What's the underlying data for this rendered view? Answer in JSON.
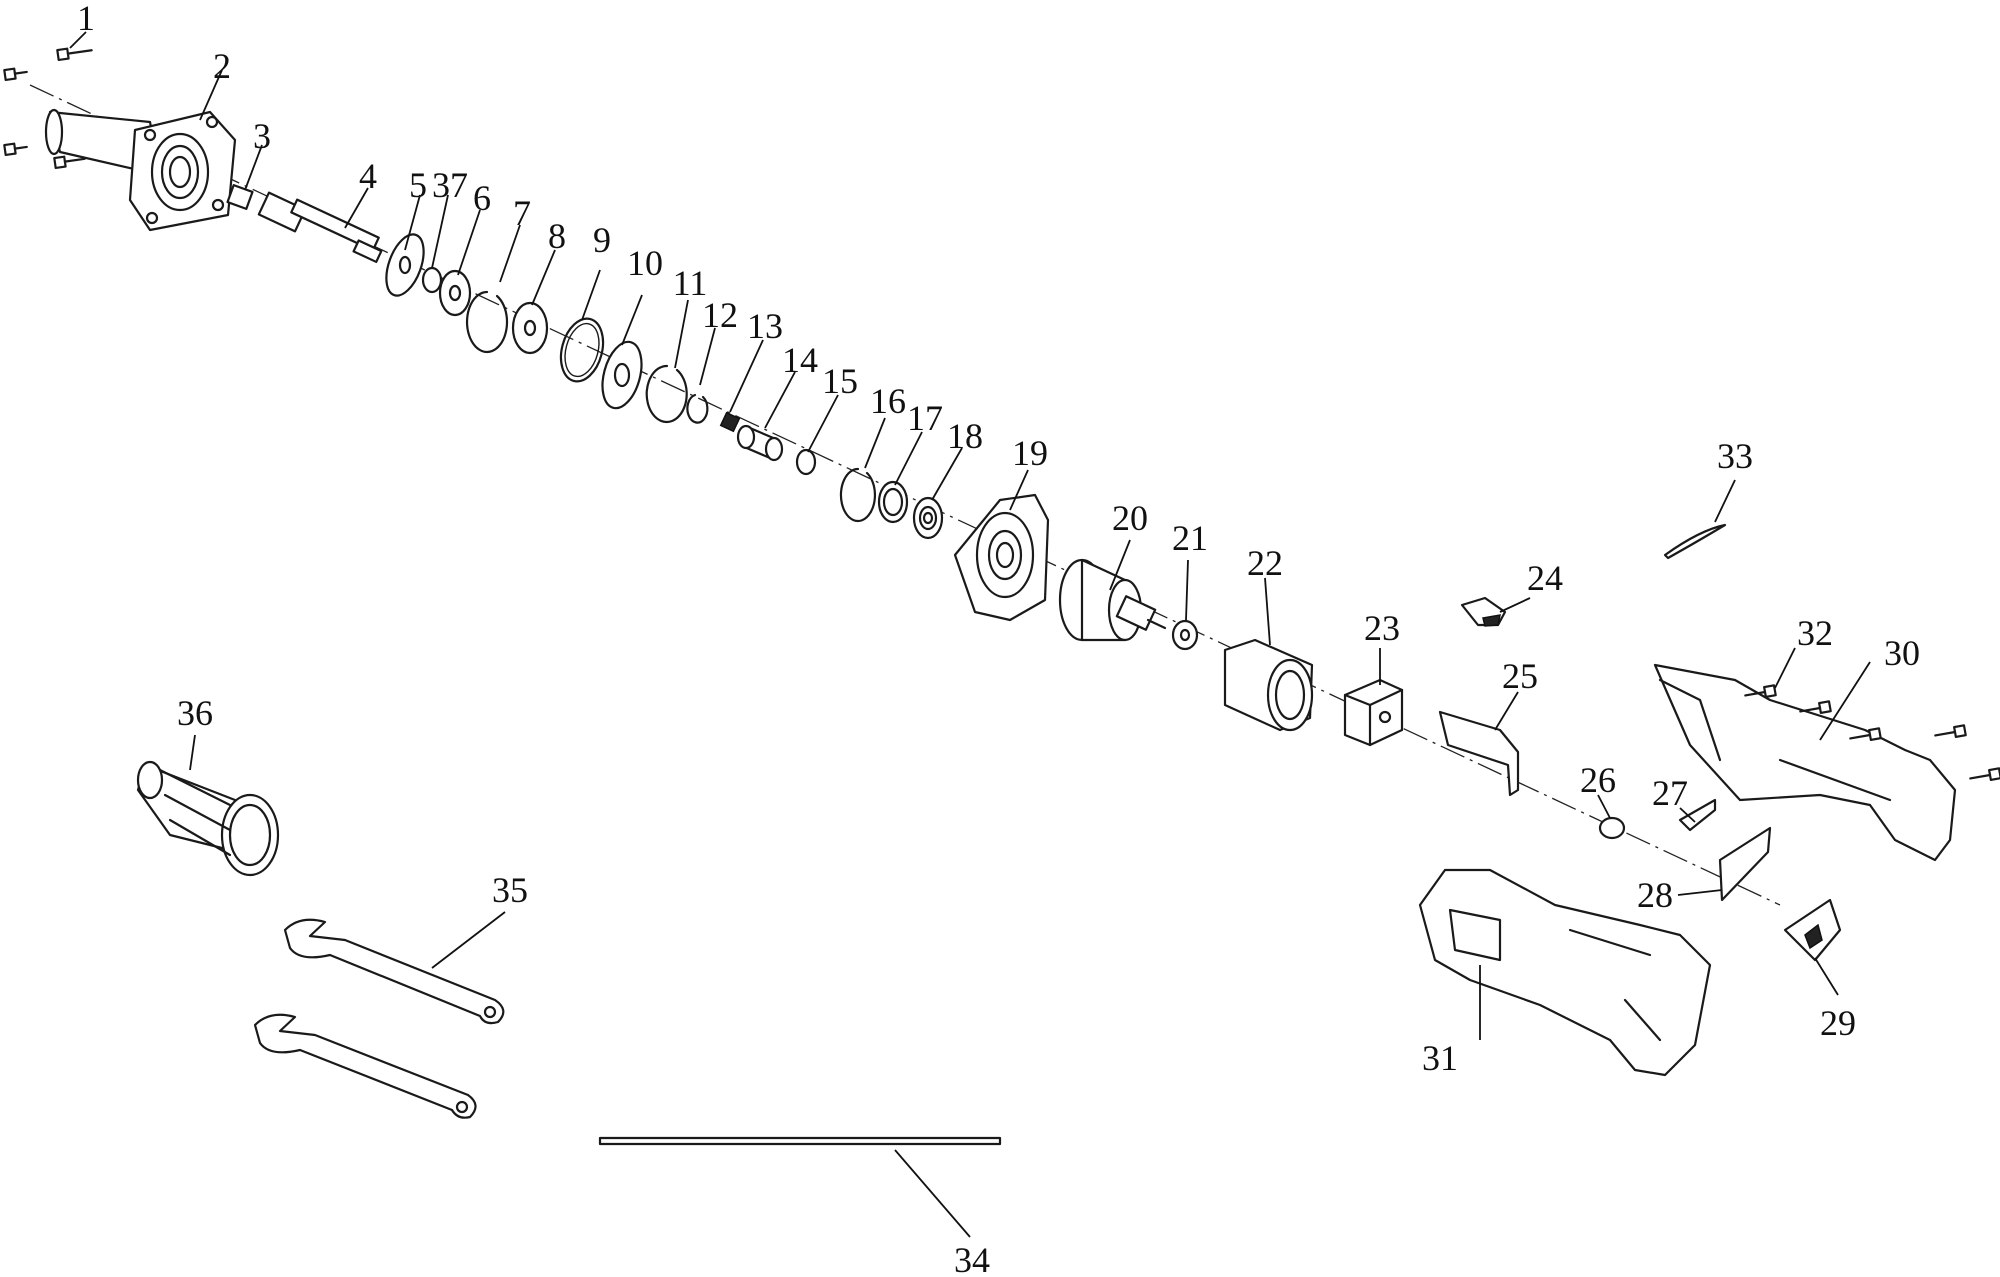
{
  "labels": [
    {
      "id": "p1",
      "text": "1"
    },
    {
      "id": "p2",
      "text": "2"
    },
    {
      "id": "p3",
      "text": "3"
    },
    {
      "id": "p4",
      "text": "4"
    },
    {
      "id": "p5",
      "text": "5"
    },
    {
      "id": "p37",
      "text": "37"
    },
    {
      "id": "p6",
      "text": "6"
    },
    {
      "id": "p7",
      "text": "7"
    },
    {
      "id": "p8",
      "text": "8"
    },
    {
      "id": "p9",
      "text": "9"
    },
    {
      "id": "p10",
      "text": "10"
    },
    {
      "id": "p11",
      "text": "11"
    },
    {
      "id": "p12",
      "text": "12"
    },
    {
      "id": "p13",
      "text": "13"
    },
    {
      "id": "p14",
      "text": "14"
    },
    {
      "id": "p15",
      "text": "15"
    },
    {
      "id": "p16",
      "text": "16"
    },
    {
      "id": "p17",
      "text": "17"
    },
    {
      "id": "p18",
      "text": "18"
    },
    {
      "id": "p19",
      "text": "19"
    },
    {
      "id": "p20",
      "text": "20"
    },
    {
      "id": "p21",
      "text": "21"
    },
    {
      "id": "p22",
      "text": "22"
    },
    {
      "id": "p23",
      "text": "23"
    },
    {
      "id": "p24",
      "text": "24"
    },
    {
      "id": "p25",
      "text": "25"
    },
    {
      "id": "p26",
      "text": "26"
    },
    {
      "id": "p27",
      "text": "27"
    },
    {
      "id": "p28",
      "text": "28"
    },
    {
      "id": "p29",
      "text": "29"
    },
    {
      "id": "p30",
      "text": "30"
    },
    {
      "id": "p31",
      "text": "31"
    },
    {
      "id": "p32",
      "text": "32"
    },
    {
      "id": "p33",
      "text": "33"
    },
    {
      "id": "p34",
      "text": "34"
    },
    {
      "id": "p35",
      "text": "35"
    },
    {
      "id": "p36",
      "text": "36"
    }
  ]
}
